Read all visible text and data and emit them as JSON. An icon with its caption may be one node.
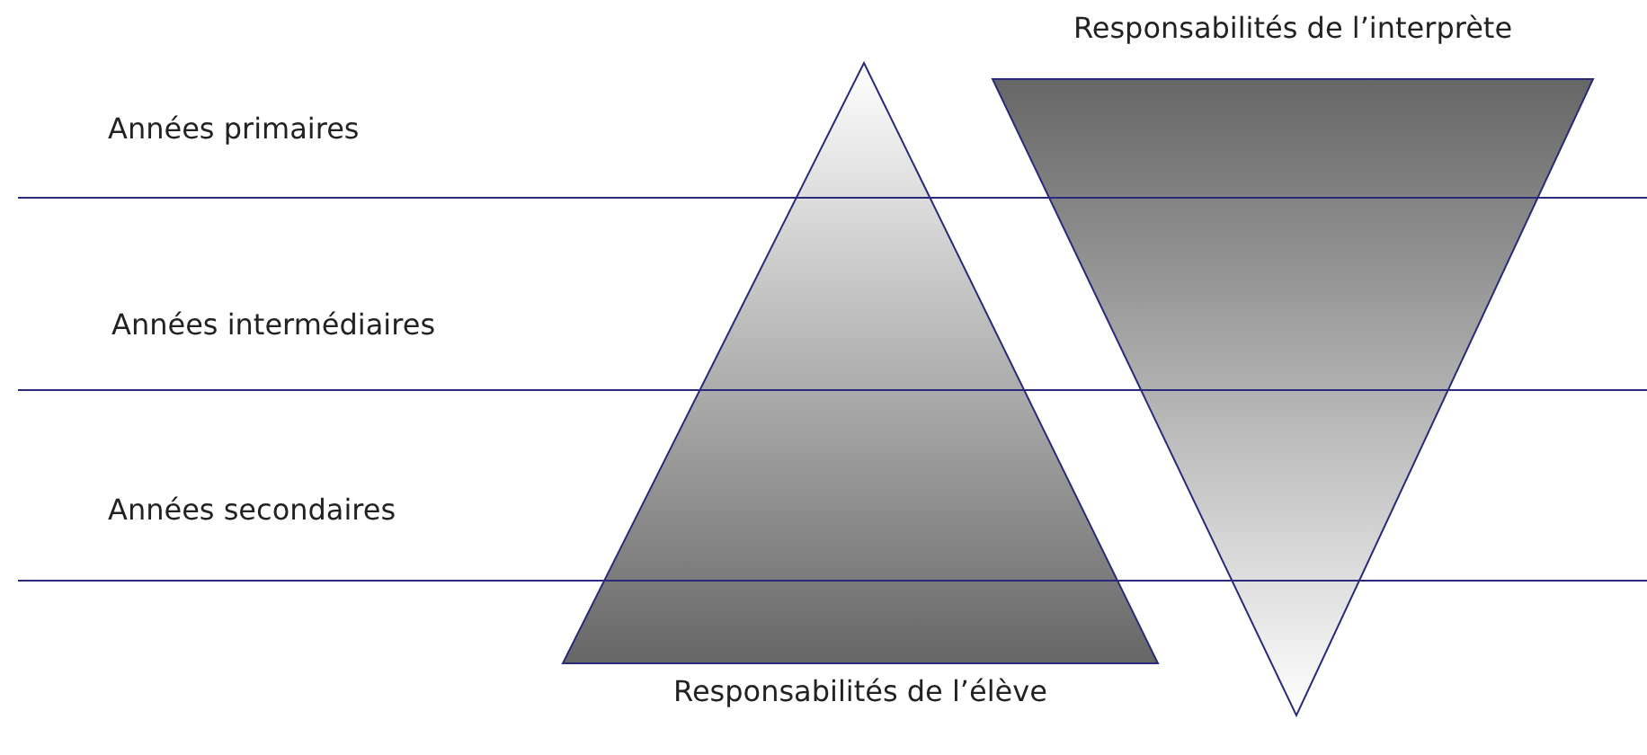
{
  "diagram": {
    "nodes": [
      {
        "text": [
          "Responsabilités de l’interprète"
        ]
      },
      {
        "text": [
          "Responsabilités de l’élève"
        ]
      }
    ],
    "labels": [
      "Années primaires",
      "Années intermédiaires",
      "Années secondaires"
    ]
  }
}
